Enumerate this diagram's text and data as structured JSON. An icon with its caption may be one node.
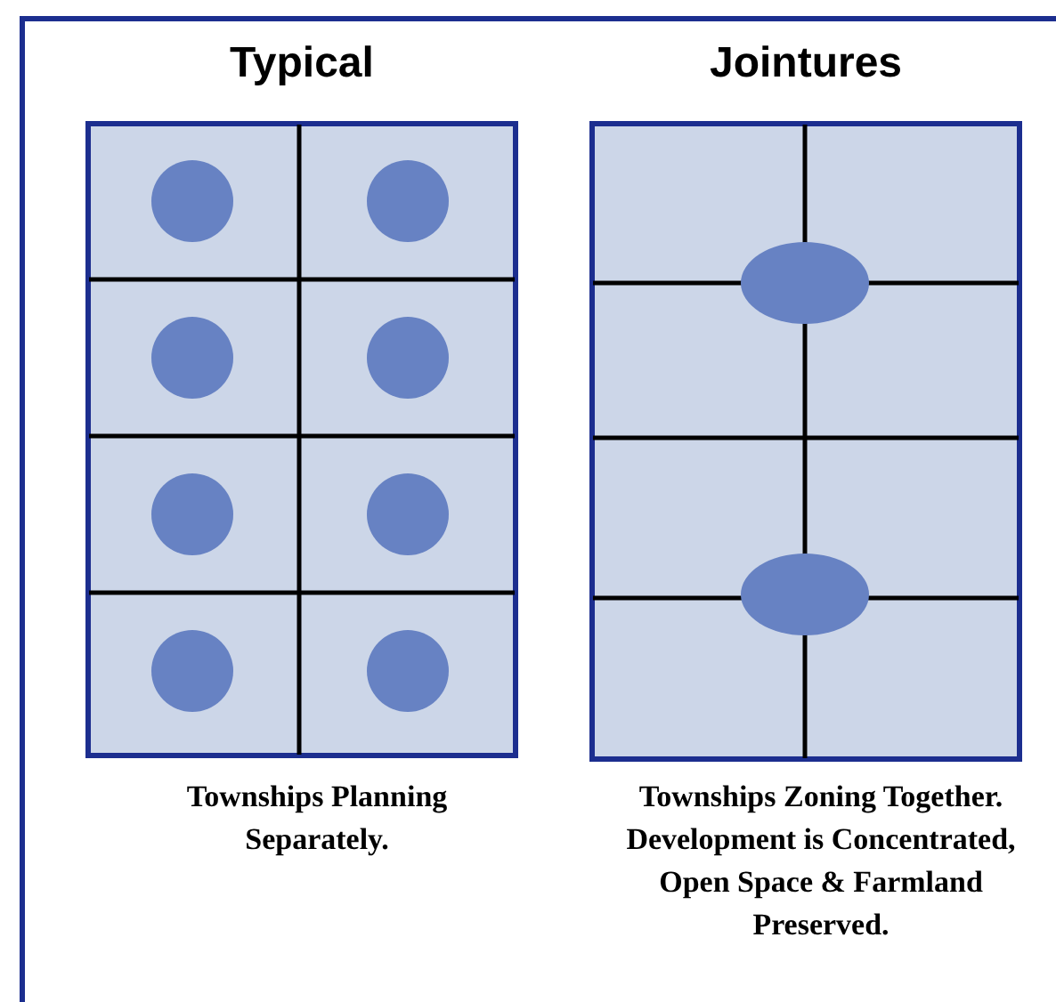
{
  "diagram": {
    "nodes": [
      {
        "text": [
          "Typical"
        ],
        "beside": [
          "Townships Planning Separately."
        ]
      },
      {
        "text": [
          "Jointures"
        ],
        "beside": [
          "Townships Zoning Together.  Development is Concentrated, Open Space & Farmland Preserved."
        ]
      }
    ]
  }
}
